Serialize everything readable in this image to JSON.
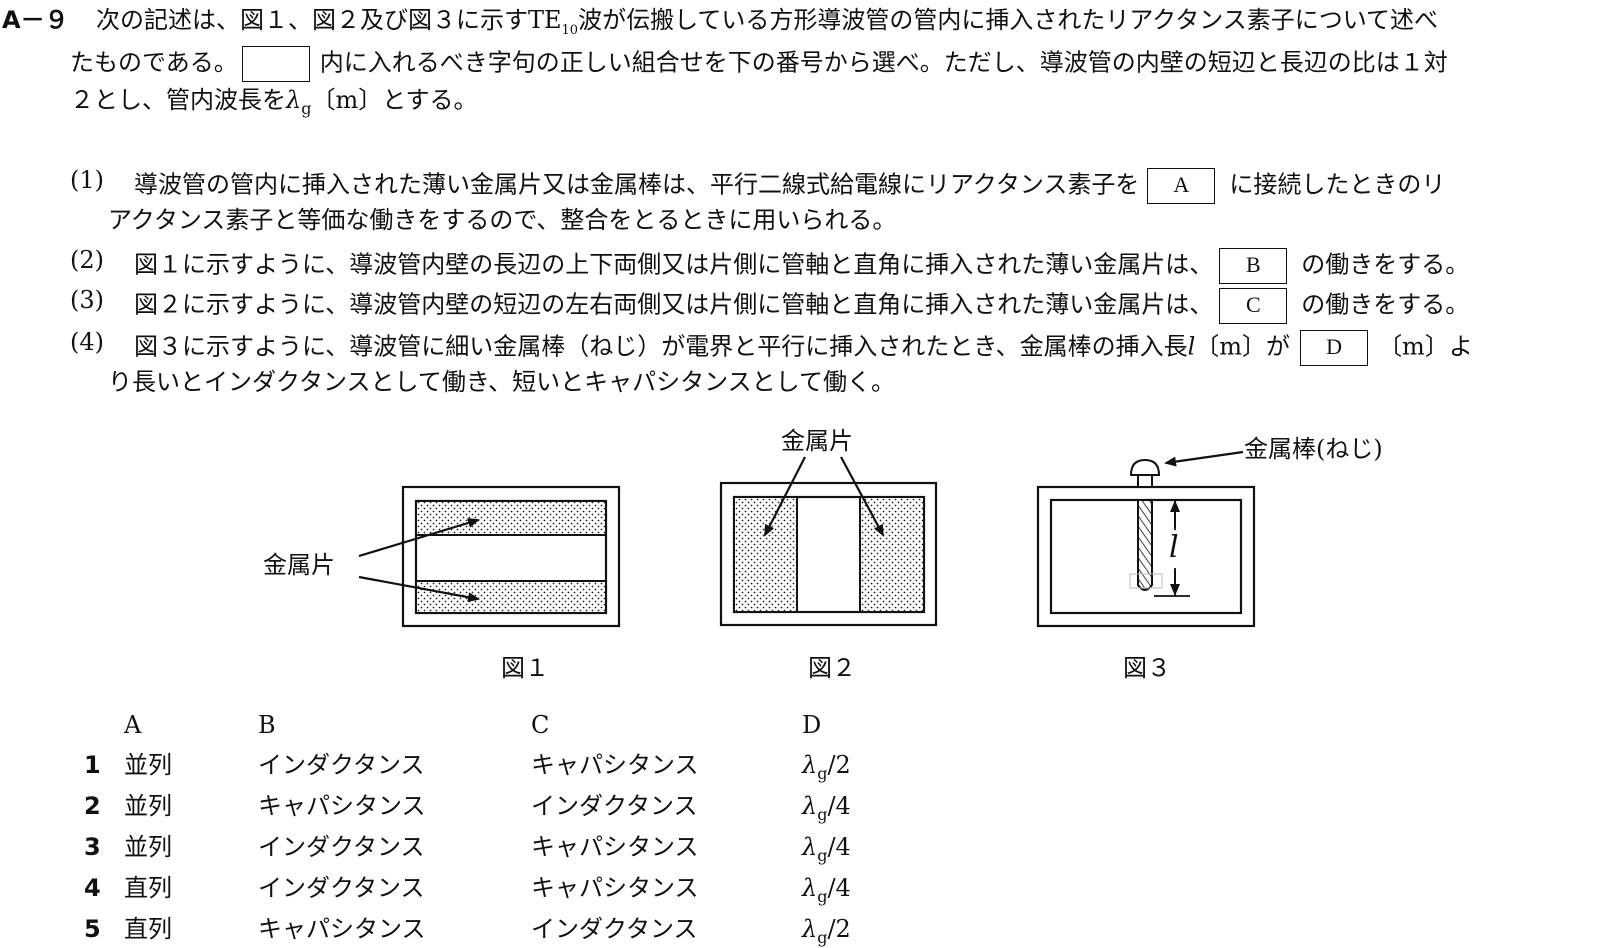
{
  "question": {
    "number": "A－９",
    "intro_line1_a": "次の記述は、図１、図２及び図３に示す",
    "te": "TE",
    "te_sub": "10",
    "intro_line1_b": "波が伝搬している方形導波管の管内に挿入されたリアクタンス素子について述べ",
    "intro_line2_a": "たものである。",
    "intro_line2_b": "内に入れるべき字句の正しい組合せを下の番号から選べ。ただし、導波管の内壁の短辺と長辺の比は１対",
    "intro_line3_a": "２とし、管内波長を",
    "lambda": "λ",
    "lambda_sub": "g",
    "intro_line3_b": "〔m〕とする。"
  },
  "statements": {
    "s1_num": "(1)",
    "s1_a": "導波管の管内に挿入された薄い金属片又は金属棒は、平行二線式給電線にリアクタンス素子を",
    "s1_blank": "A",
    "s1_b": "に接続したときのリ",
    "s1_c": "アクタンス素子と等価な働きをするので、整合をとるときに用いられる。",
    "s2_num": "(2)",
    "s2_a": "図１に示すように、導波管内壁の長辺の上下両側又は片側に管軸と直角に挿入された薄い金属片は、",
    "s2_blank": "B",
    "s2_b": "の働きをする。",
    "s3_num": "(3)",
    "s3_a": "図２に示すように、導波管内壁の短辺の左右両側又は片側に管軸と直角に挿入された薄い金属片は、",
    "s3_blank": "C",
    "s3_b": "の働きをする。",
    "s4_num": "(4)",
    "s4_a": "図３に示すように、導波管に細い金属棒（ねじ）が電界と平行に挿入されたとき、金属棒の挿入長",
    "s4_l": "l",
    "s4_b": "〔m〕が",
    "s4_blank": "D",
    "s4_c": "〔m〕よ",
    "s4_d": "り長いとインダクタンスとして働き、短いとキャパシタンスとして働く。"
  },
  "figures": {
    "fig1_caption": "図１",
    "fig2_caption": "図２",
    "fig3_caption": "図３",
    "fig1_label": "金属片",
    "fig2_label": "金属片",
    "fig3_label": "金属棒(ねじ)",
    "fig3_l": "l"
  },
  "choices": {
    "headers": [
      "A",
      "B",
      "C",
      "D"
    ],
    "rows": [
      {
        "num": "1",
        "a": "並列",
        "b": "インダクタンス",
        "c": "キャパシタンス",
        "d_lam": "λ",
        "d_sub": "g",
        "d_rest": "/2"
      },
      {
        "num": "2",
        "a": "並列",
        "b": "キャパシタンス",
        "c": "インダクタンス",
        "d_lam": "λ",
        "d_sub": "g",
        "d_rest": "/4"
      },
      {
        "num": "3",
        "a": "並列",
        "b": "インダクタンス",
        "c": "キャパシタンス",
        "d_lam": "λ",
        "d_sub": "g",
        "d_rest": "/4"
      },
      {
        "num": "4",
        "a": "直列",
        "b": "インダクタンス",
        "c": "キャパシタンス",
        "d_lam": "λ",
        "d_sub": "g",
        "d_rest": "/4"
      },
      {
        "num": "5",
        "a": "直列",
        "b": "キャパシタンス",
        "c": "インダクタンス",
        "d_lam": "λ",
        "d_sub": "g",
        "d_rest": "/2"
      }
    ]
  }
}
